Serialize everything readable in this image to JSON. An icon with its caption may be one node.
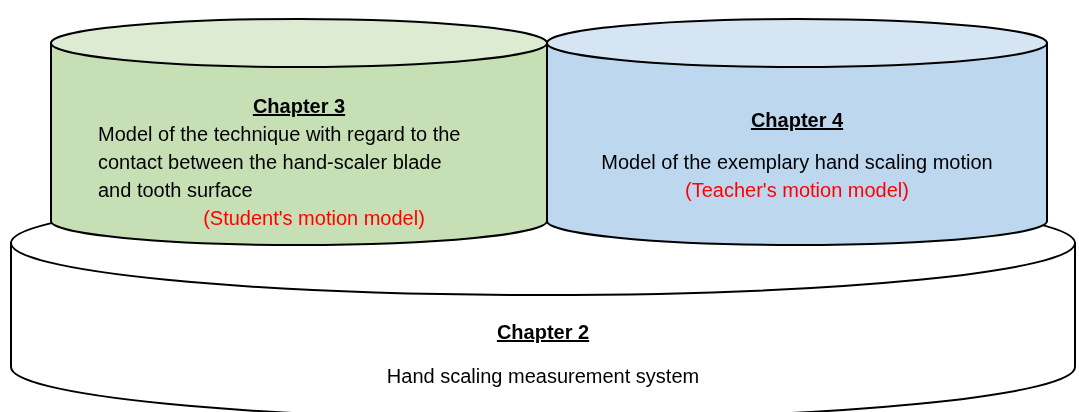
{
  "diagram": {
    "nodes": [
      {
        "text": [
          "Chapter 2",
          "Hand scaling measurement system"
        ]
      },
      {
        "text": [
          "Chapter 3",
          "Model of the technique with regard to the contact between the hand-scaler blade and tooth surface",
          "(Student's motion model)"
        ]
      },
      {
        "text": [
          "Chapter 4",
          "Model of the exemplary hand scaling motion",
          "(Teacher's motion model)"
        ]
      }
    ],
    "edges": []
  }
}
